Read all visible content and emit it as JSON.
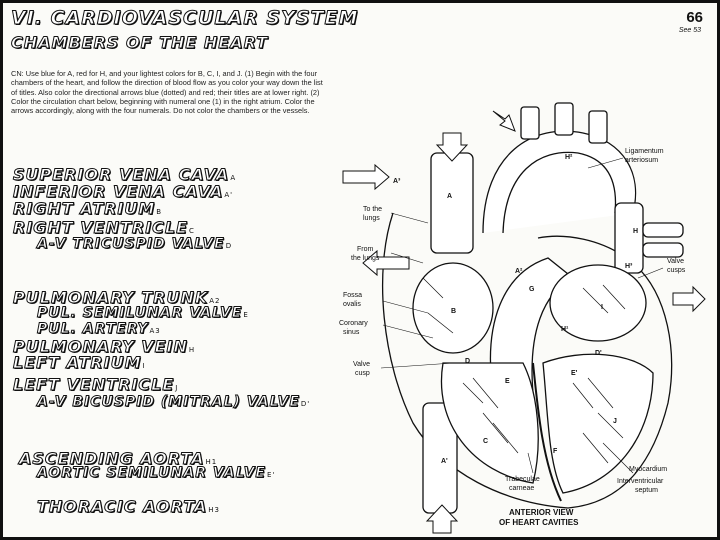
{
  "header": {
    "title": "VI. CARDIOVASCULAR SYSTEM",
    "subtitle": "CHAMBERS OF THE HEART",
    "page_number": "66",
    "see_ref": "See 53"
  },
  "instructions": "CN: Use blue for A, red for H, and your lightest colors for B, C, I, and J. (1) Begin with the four chambers of the heart, and follow the direction of blood flow as you color your way down the list of titles. Also color the directional arrows blue (dotted) and red; their titles are at lower right. (2) Color the circulation chart below, beginning with numeral one (1) in the right atrium. Color the arrows accordingly, along with the four numerals. Do not color the chambers or the vessels.",
  "terms": [
    {
      "text": "SUPERIOR VENA CAVA",
      "sup": "A"
    },
    {
      "text": "INFERIOR VENA CAVA",
      "sup": "A'"
    },
    {
      "text": "RIGHT ATRIUM",
      "sup": "B"
    },
    {
      "text": "RIGHT VENTRICLE",
      "sup": "C"
    },
    {
      "text": "A-V TRICUSPID VALVE",
      "sup": "D"
    },
    {
      "text": "PULMONARY TRUNK",
      "sup": "A2"
    },
    {
      "text": "PUL. SEMILUNAR VALVE",
      "sup": "E"
    },
    {
      "text": "PUL. ARTERY",
      "sup": "A3"
    },
    {
      "text": "PULMONARY VEIN",
      "sup": "H"
    },
    {
      "text": "LEFT ATRIUM",
      "sup": "I"
    },
    {
      "text": "LEFT VENTRICLE",
      "sup": "J"
    },
    {
      "text": "A-V BICUSPID (MITRAL) VALVE",
      "sup": "D'"
    },
    {
      "text": "ASCENDING AORTA",
      "sup": "H1"
    },
    {
      "text": "AORTIC SEMILUNAR VALVE",
      "sup": "E'"
    },
    {
      "text": "THORACIC AORTA",
      "sup": "H3"
    }
  ],
  "diagram": {
    "labels": {
      "ligamentum": "Ligamentum",
      "arteriosum": "arteriosum",
      "to_the": "To the",
      "lungs1": "lungs",
      "from_the": "From",
      "the_lungs": "the lungs",
      "fossa": "Fossa",
      "ovalis": "ovalis",
      "coronary": "Coronary",
      "sinus": "sinus",
      "valve_cusp1": "Valve",
      "valve_cusp2": "cusp",
      "valve_cusps1": "Valve",
      "valve_cusps2": "cusps",
      "trabeculae": "Trabeculae",
      "carneae": "carneae",
      "myocardium": "Myocardium",
      "interventricular": "Interventricular",
      "septum": "septum",
      "view1": "ANTERIOR VIEW",
      "view2": "OF HEART CAVITIES"
    },
    "letters": {
      "A": "A",
      "A1": "A'",
      "A2": "A²",
      "A3": "A³",
      "B": "B",
      "C": "C",
      "D": "D",
      "D1": "D'",
      "E": "E",
      "E1": "E'",
      "F": "F",
      "G": "G",
      "H": "H",
      "H1": "H¹",
      "H2": "H²",
      "H3": "H³",
      "I": "I",
      "J": "J"
    }
  }
}
